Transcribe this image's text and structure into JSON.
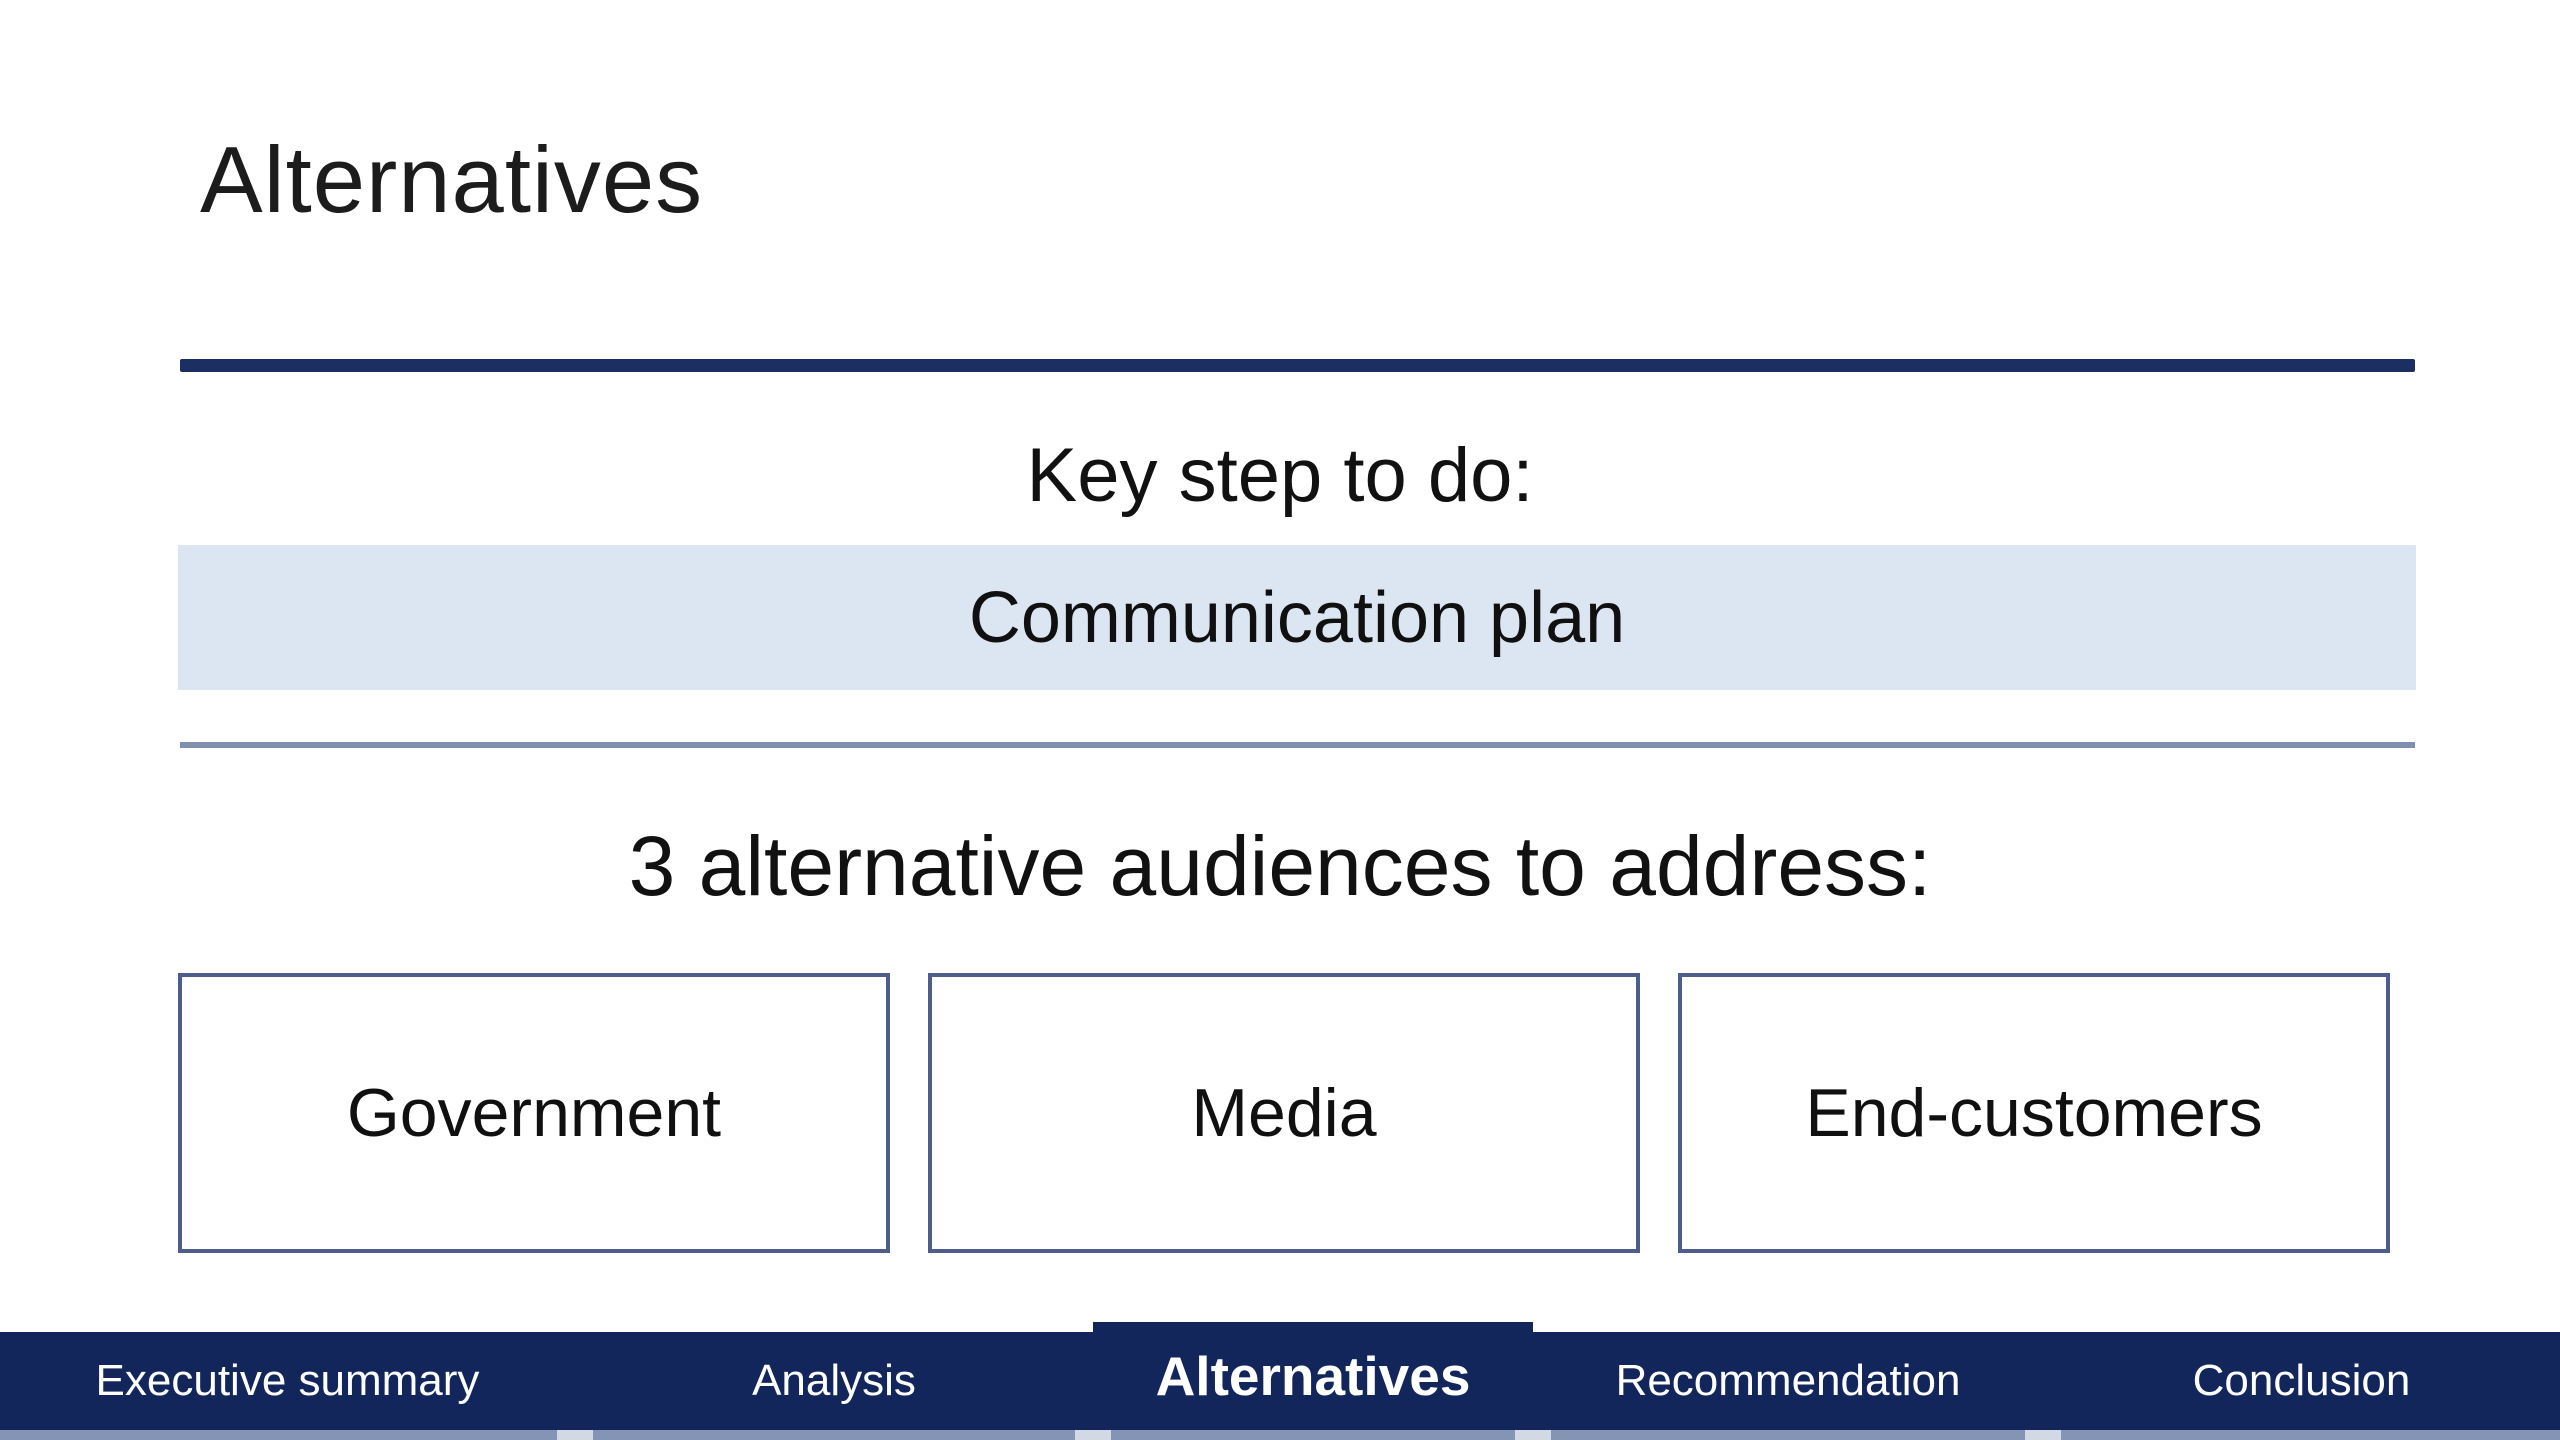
{
  "slide": {
    "title": "Alternatives",
    "key_step": {
      "heading": "Key step to do:",
      "value": "Communication plan"
    },
    "audiences": {
      "heading": "3 alternative audiences to address:",
      "items": [
        {
          "label": "Government"
        },
        {
          "label": "Media"
        },
        {
          "label": "End-customers"
        }
      ]
    },
    "footer": {
      "items": [
        {
          "label": "Executive summary",
          "active": false
        },
        {
          "label": "Analysis",
          "active": false
        },
        {
          "label": "Alternatives",
          "active": true
        },
        {
          "label": "Recommendation",
          "active": false
        },
        {
          "label": "Conclusion",
          "active": false
        }
      ]
    },
    "colors": {
      "accent_navy": "#12265c",
      "rule_navy": "#1b2f63",
      "rule_slate": "#7e8fb0",
      "banner_blue": "#dce6f3",
      "box_border": "#4e5d8c",
      "strip_slate": "#8494b4",
      "footer_text": "#ffffff",
      "body_text": "#111111"
    }
  }
}
